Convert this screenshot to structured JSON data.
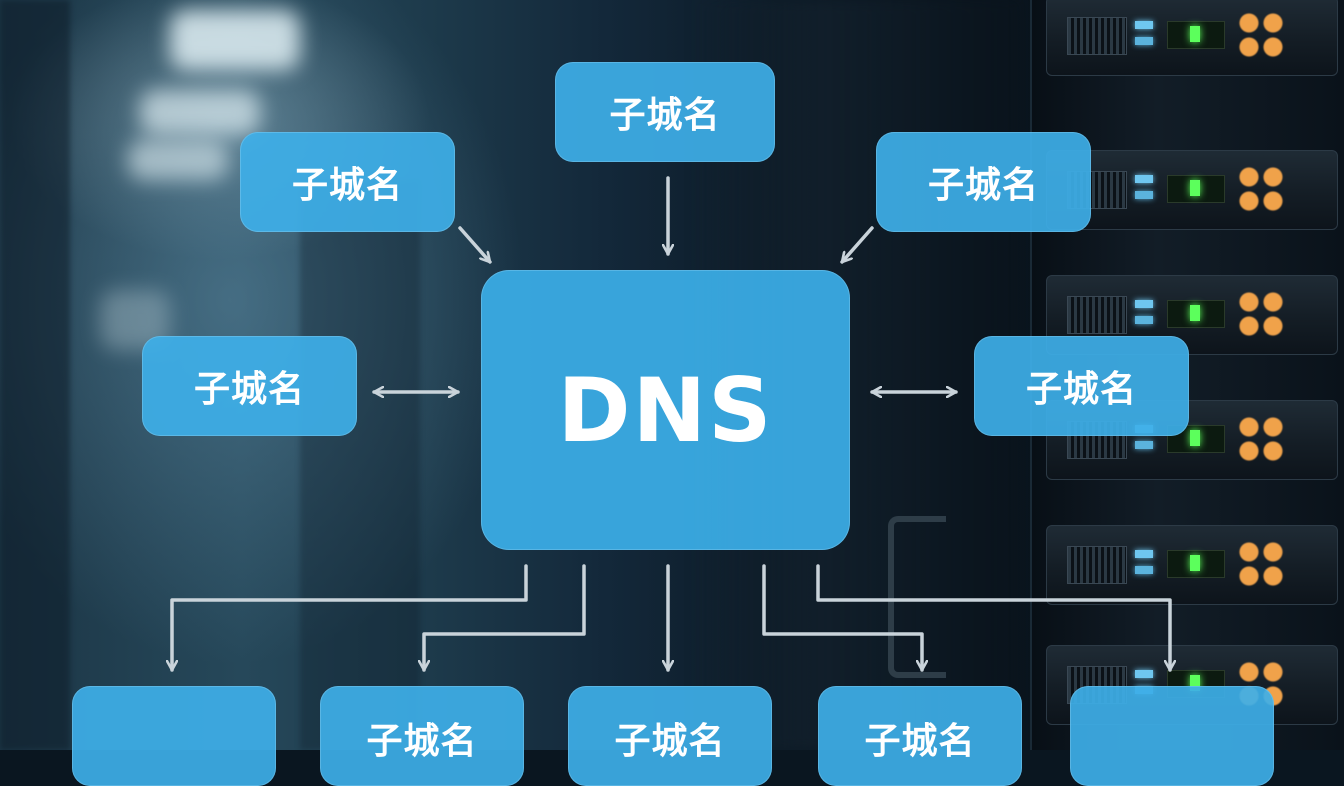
{
  "diagram": {
    "center": {
      "label": "DNS"
    },
    "nodes": [
      {
        "id": "top",
        "label": "子城名"
      },
      {
        "id": "upper-left",
        "label": "子城名"
      },
      {
        "id": "upper-right",
        "label": "子城名"
      },
      {
        "id": "left",
        "label": "子城名"
      },
      {
        "id": "right",
        "label": "子城名"
      },
      {
        "id": "bottom-1",
        "label": ""
      },
      {
        "id": "bottom-2",
        "label": "子城名"
      },
      {
        "id": "bottom-3",
        "label": "子城名"
      },
      {
        "id": "bottom-4",
        "label": "子城名"
      },
      {
        "id": "bottom-5",
        "label": ""
      }
    ],
    "edges": [
      {
        "from": "upper-left",
        "to": "center",
        "direction": "to-center"
      },
      {
        "from": "top",
        "to": "center",
        "direction": "to-center"
      },
      {
        "from": "upper-right",
        "to": "center",
        "direction": "to-center"
      },
      {
        "from": "left",
        "to": "center",
        "direction": "bidirectional"
      },
      {
        "from": "right",
        "to": "center",
        "direction": "bidirectional"
      },
      {
        "from": "center",
        "to": "bottom-1",
        "direction": "from-center"
      },
      {
        "from": "center",
        "to": "bottom-2",
        "direction": "from-center"
      },
      {
        "from": "center",
        "to": "bottom-3",
        "direction": "from-center"
      },
      {
        "from": "center",
        "to": "bottom-4",
        "direction": "from-center"
      },
      {
        "from": "center",
        "to": "bottom-5",
        "direction": "from-center"
      }
    ]
  },
  "colors": {
    "node_fill": "#3eafe8",
    "node_text": "#ffffff",
    "arrow": "#c9d3da"
  }
}
